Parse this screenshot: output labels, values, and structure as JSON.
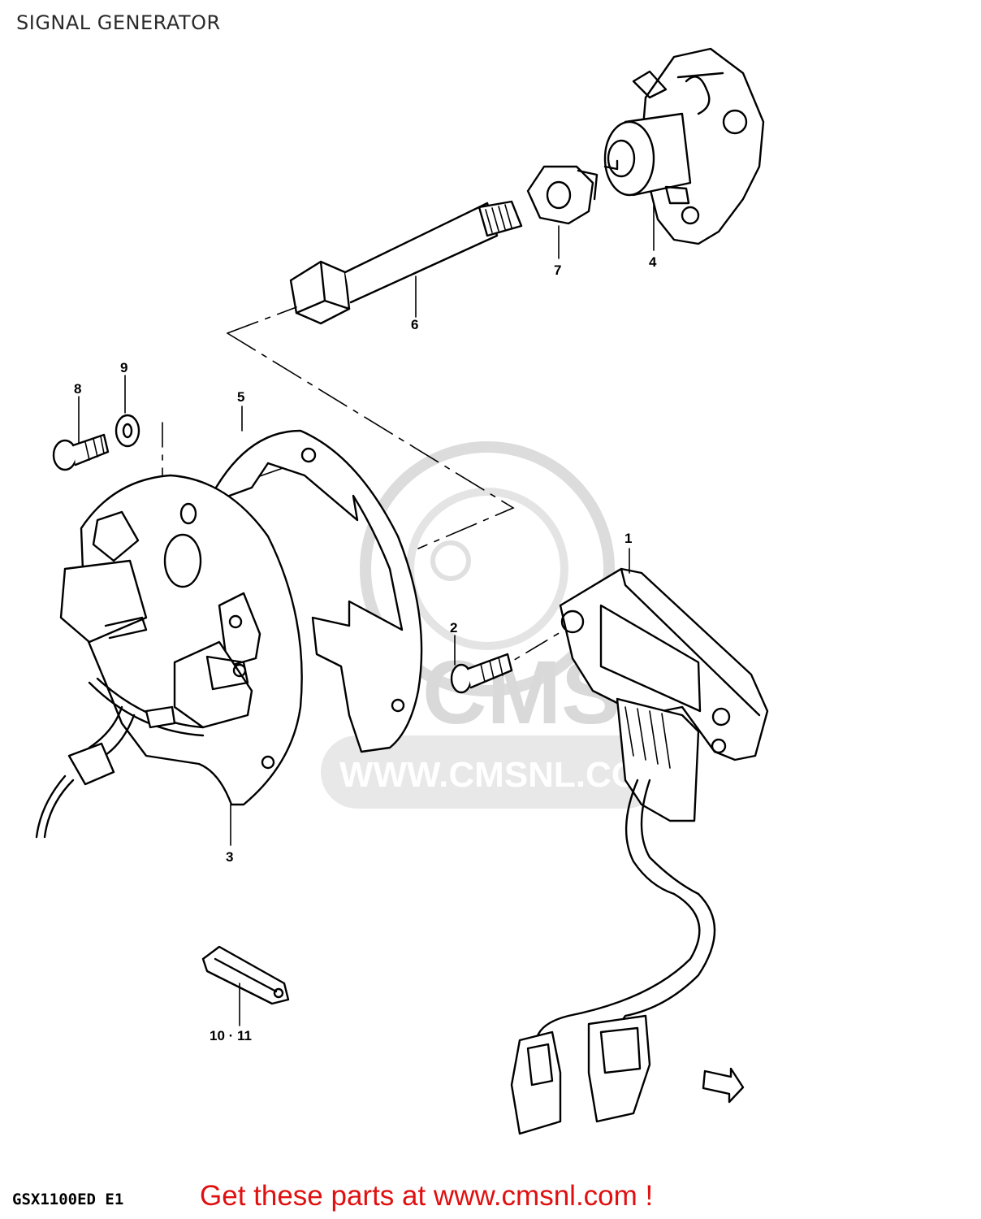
{
  "title": "SIGNAL GENERATOR",
  "model_code": "GSX1100ED E1",
  "footer_link": "Get these parts at www.cmsnl.com !",
  "watermark": {
    "logo_text": "CMS",
    "url_text": "WWW.CMSNL.CO"
  },
  "part_labels": {
    "p1": "1",
    "p2": "2",
    "p3": "3",
    "p4": "4",
    "p5": "5",
    "p6": "6",
    "p7": "7",
    "p8": "8",
    "p9": "9",
    "p10_11": "10 · 11"
  },
  "colors": {
    "footer_link": "#e01010",
    "watermark": "#d9d9d9",
    "line_art": "#000000"
  }
}
